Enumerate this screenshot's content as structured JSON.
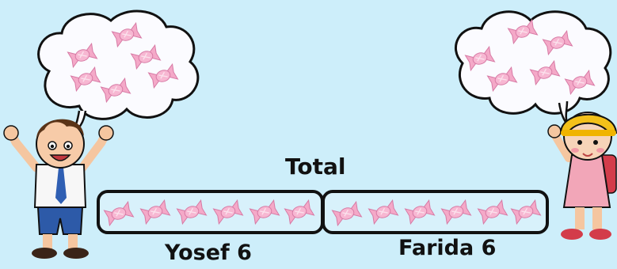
{
  "labels": {
    "total": "Total",
    "yosef": "Yosef 6",
    "farida": "Farida 6"
  },
  "counts": {
    "yosef_bar_candies": 6,
    "farida_bar_candies": 6,
    "yosef_thought_candies": 6,
    "farida_thought_candies": 6
  },
  "colors": {
    "background": "#cdeefa",
    "candy_pink": "#f4a9c8",
    "bar_fill": "#d8f1fb",
    "outline": "#111111"
  },
  "icons": {
    "candy": "wrapped-candy-icon",
    "boy": "boy-character",
    "girl": "girl-character",
    "cloud": "thought-cloud"
  }
}
